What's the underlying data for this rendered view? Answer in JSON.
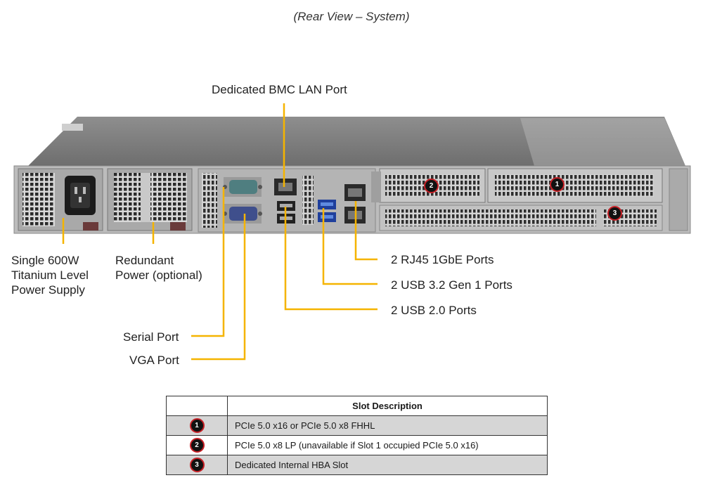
{
  "caption": "(Rear View – System)",
  "callouts": {
    "bmc_lan": "Dedicated BMC LAN Port",
    "psu_line1": "Single 600W",
    "psu_line2": "Titanium Level",
    "psu_line3": "Power Supply",
    "redundant_line1": "Redundant",
    "redundant_line2": "Power (optional)",
    "rj45": "2 RJ45 1GbE Ports",
    "usb32": "2 USB 3.2 Gen 1 Ports",
    "usb20": "2 USB 2.0 Ports",
    "serial": "Serial Port",
    "vga": "VGA Port"
  },
  "chassis_badges": [
    "2",
    "1",
    "3"
  ],
  "table": {
    "header_num": "",
    "header_desc": "Slot Description",
    "rows": [
      {
        "num": "1",
        "desc": "PCIe 5.0 x16 or PCIe 5.0 x8 FHHL"
      },
      {
        "num": "2",
        "desc": "PCIe 5.0 x8 LP (unavailable if Slot 1 occupied PCIe 5.0 x16)"
      },
      {
        "num": "3",
        "desc": "Dedicated Internal HBA Slot"
      }
    ]
  },
  "colors": {
    "leader": "#f5b400",
    "badge_ring": "#c62026",
    "badge_fill": "#111111"
  }
}
